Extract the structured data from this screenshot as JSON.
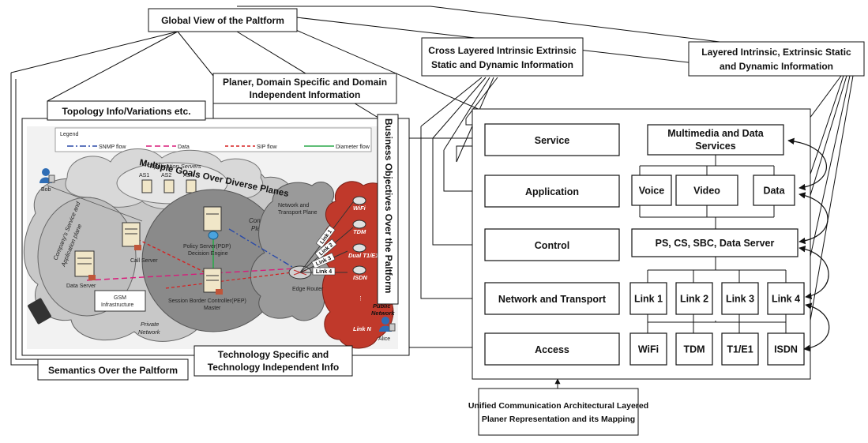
{
  "callouts": {
    "global_view": "Global View of the Paltform",
    "cross_layered": [
      "Cross Layered Intrinsic Extrinsic",
      "Static and Dynamic Information"
    ],
    "layered": [
      "Layered Intrinsic, Extrinsic Static",
      "and Dynamic Information"
    ],
    "planer": [
      "Planer, Domain Specific and Domain",
      "Independent Information"
    ],
    "topology": "Topology Info/Variations etc.",
    "business": "Business Objectives Over the Paltform",
    "semantics": "Semantics Over the Paltform",
    "technology": [
      "Technology Specific and",
      "Technology Independent Info"
    ],
    "unified": [
      "Unified Communication Architectural Layered",
      "Planer Representation and its Mapping"
    ],
    "multiple_goals": "Multiple Goals Over Diverse Planes"
  },
  "legend": {
    "title": "Legend",
    "items": [
      {
        "label": "SNMP flow",
        "color": "#2a4aa8",
        "dash": "8 3 2 3"
      },
      {
        "label": "Data",
        "color": "#d81b7a",
        "dash": "7 4"
      },
      {
        "label": "SIP flow",
        "color": "#d62020",
        "dash": "4 3"
      },
      {
        "label": "Diameter flow",
        "color": "#2aa84a",
        "dash": ""
      }
    ]
  },
  "network": {
    "bob": "Bob",
    "alice": "Alice",
    "app_servers_title": "Application Servers",
    "app_servers": [
      "AS1",
      "AS2",
      "ASn"
    ],
    "company_plane": [
      "Company's Service and",
      "Application plane"
    ],
    "call_server": "Call Server",
    "data_server": "Data Server",
    "gsm": [
      "GSM",
      "Infrastructure"
    ],
    "private_network": [
      "Private",
      "Network"
    ],
    "control_plane": [
      "Control",
      "Plane"
    ],
    "policy_server": [
      "Policy Server(PDP)",
      "Decision Engine"
    ],
    "sbc": [
      "Session Border Controller(PEP)",
      "Master"
    ],
    "network_transport_plane": [
      "Network and",
      "Transport Plane"
    ],
    "edge_router": "Edge Router",
    "links": [
      "Link 1",
      "Link 2",
      "Link 3",
      "Link 4"
    ],
    "access_nets": [
      "WiFi",
      "TDM",
      "Dual T1/E1",
      "ISDN",
      "Link N"
    ],
    "public_network": [
      "Public",
      "Network"
    ]
  },
  "layers": [
    "Service",
    "Application",
    "Control",
    "Network and Transport",
    "Access"
  ],
  "services_tree": {
    "root": [
      "Multimedia and Data",
      "Services"
    ],
    "level2": [
      "Voice",
      "Video",
      "Data"
    ],
    "level3": "PS, CS, SBC, Data Server",
    "level4": [
      "Link 1",
      "Link 2",
      "Link 3",
      "Link 4"
    ],
    "level5": [
      "WiFi",
      "TDM",
      "T1/E1",
      "ISDN"
    ]
  },
  "colors": {
    "cloud_gray": "#c8c8c8",
    "control_plane": "#8a8a8a",
    "public_red": "#c0392b",
    "app_servers_bg": "#e6e6e6"
  }
}
